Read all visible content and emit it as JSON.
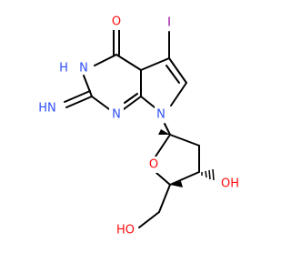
{
  "molecule": {
    "atoms": {
      "carbonyl_o": {
        "text": "O",
        "color": "#ff0d0d"
      },
      "iodine": {
        "text": "I",
        "color": "#940094"
      },
      "nh_ring": {
        "text": "N",
        "color": "#3050f8"
      },
      "nh_ring_h": {
        "text": "H",
        "color": "#3050f8"
      },
      "imine_hn": {
        "text": "HN",
        "color": "#3050f8"
      },
      "n_ring_lower": {
        "text": "N",
        "color": "#3050f8"
      },
      "n_glycosidic": {
        "text": "N",
        "color": "#3050f8"
      },
      "ring_o": {
        "text": "O",
        "color": "#ff0d0d"
      },
      "hydroxyl_3": {
        "text": "OH",
        "color": "#ff0d0d"
      },
      "hydroxyl_5": {
        "text": "HO",
        "color": "#ff0d0d"
      }
    },
    "colors": {
      "bond": "#000000",
      "nitrogen": "#3050f8",
      "oxygen": "#ff0d0d",
      "iodine": "#940094"
    }
  }
}
